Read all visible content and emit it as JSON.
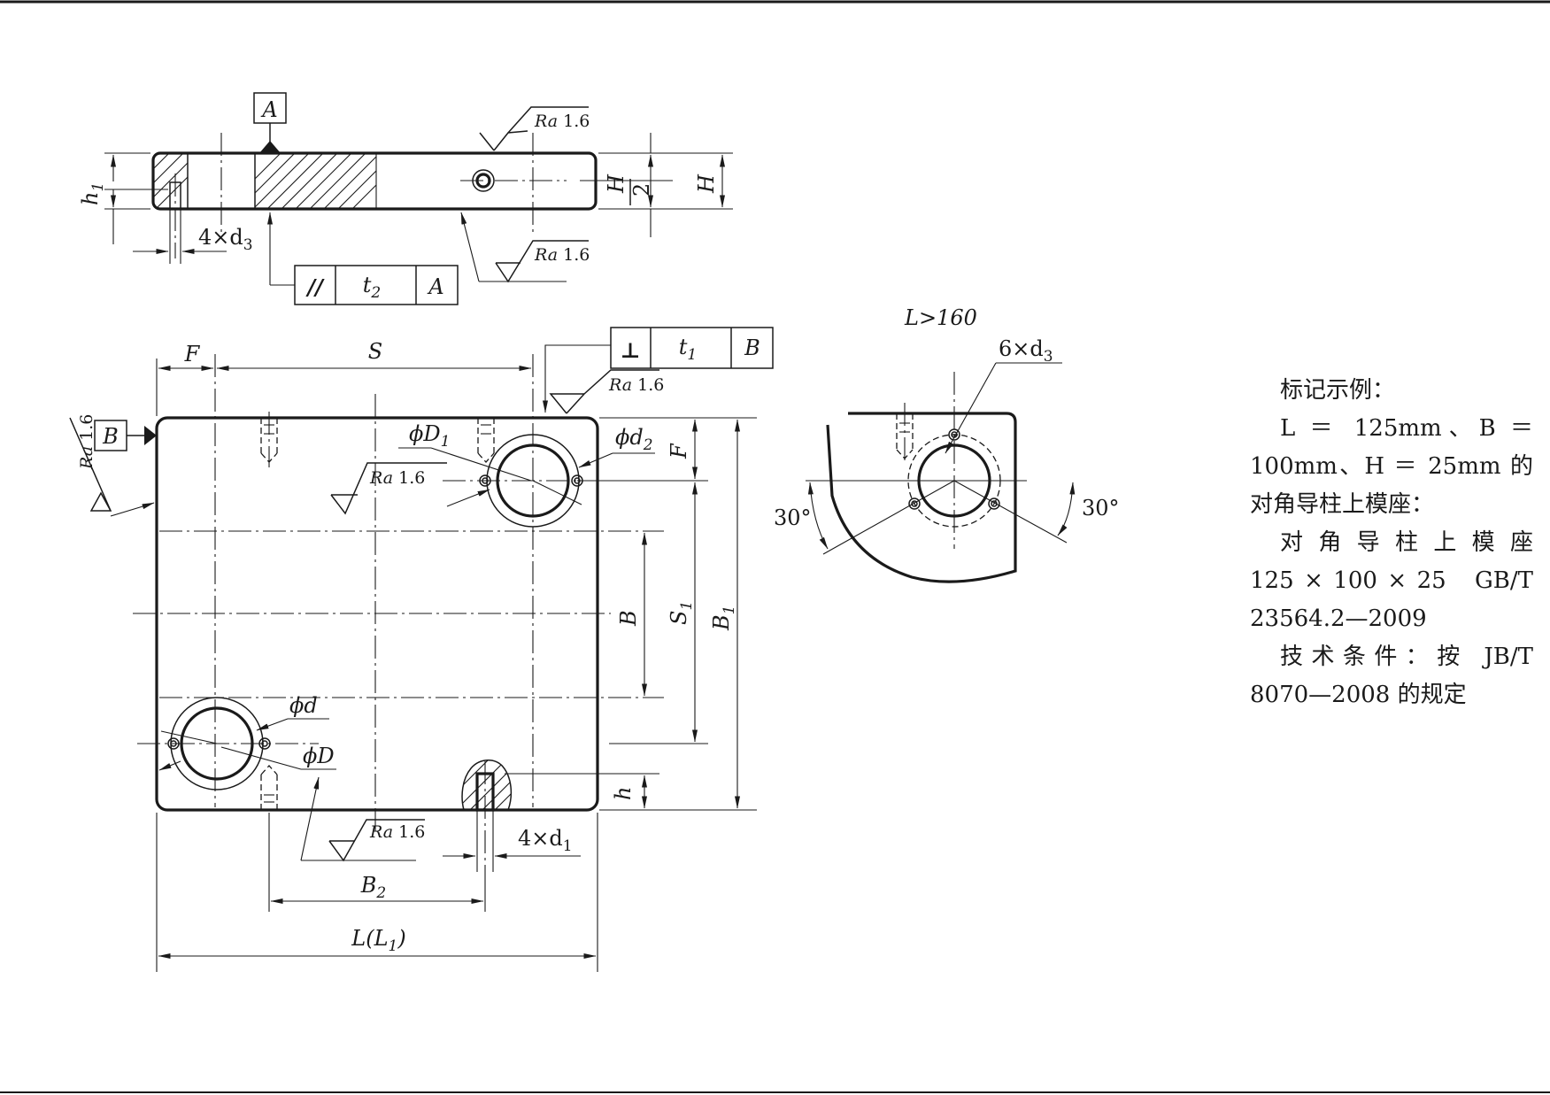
{
  "labels": {
    "datum_a": "A",
    "datum_b": "B",
    "h1": "h",
    "h1_sub": "1",
    "four_d3": "4×d",
    "four_d3_sub": "3",
    "H": "H",
    "H_over_2_num": "H",
    "H_over_2_den": "2",
    "F_top": "F",
    "F_side": "F",
    "S": "S",
    "S1": "S",
    "S1_sub": "1",
    "B": "B",
    "B1": "B",
    "B1_sub": "1",
    "B2": "B",
    "B2_sub": "2",
    "h": "h",
    "phiD1": "ϕD",
    "phiD1_sub": "1",
    "phid2": "ϕd",
    "phid2_sub": "2",
    "phid": "ϕd",
    "phiD": "ϕD",
    "four_d1": "4×d",
    "four_d1_sub": "1",
    "L_L1": "L(L",
    "L_L1_sub": "1",
    "L_L1_close": ")",
    "L_gt_160": "L>160",
    "six_d3": "6×d",
    "six_d3_sub": "3",
    "angle_left": "30°",
    "angle_right": "30°"
  },
  "roughness": {
    "prefix": "Ra",
    "value": "1.6"
  },
  "tolerance_frames": {
    "parallelism": {
      "symbol": "//",
      "value": "t",
      "value_sub": "2",
      "datum": "A"
    },
    "perpendicularity": {
      "symbol": "⊥",
      "value": "t",
      "value_sub": "1",
      "datum": "B"
    }
  },
  "note": {
    "heading": "标记示例：",
    "line1": "L ＝ 125mm、B ＝",
    "line2": "100mm、H ＝ 25mm 的",
    "line3": "对角导柱上模座：",
    "line4": "对 角 导 柱 上 模 座",
    "line5": "125 × 100 × 25　GB/T",
    "line6": "23564.2—2009",
    "line7": "技术条件：按 JB/T",
    "line8": "8070—2008 的规定"
  }
}
